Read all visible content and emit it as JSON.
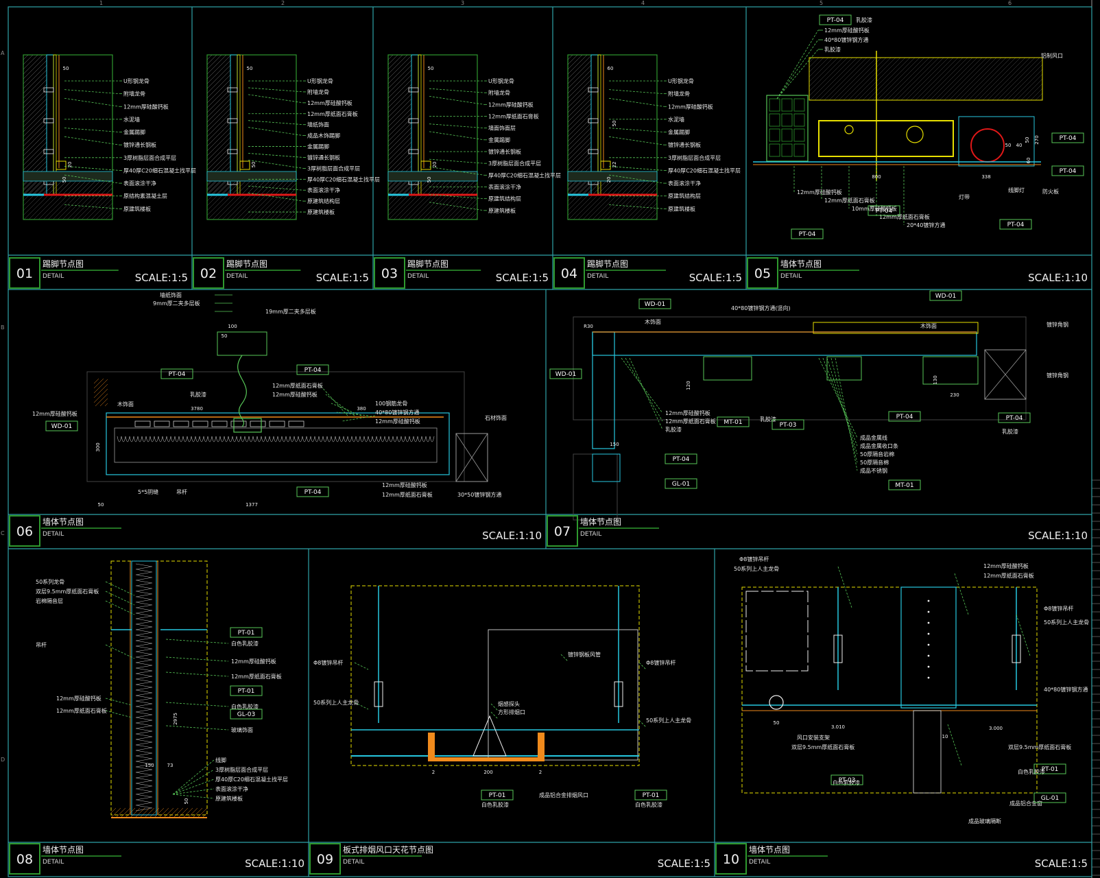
{
  "sheet": {
    "ruler_numbers": [
      "1",
      "2",
      "3",
      "4",
      "5",
      "6"
    ],
    "ruler_letters": [
      "A",
      "B",
      "C",
      "D"
    ],
    "detail_word": "DETAIL"
  },
  "panels": [
    {
      "number": "01",
      "title": "踢脚节点图",
      "scale": "SCALE:1:5",
      "labels": [
        "U形钢龙骨",
        "附墙龙骨",
        "12mm厚硅酸钙板",
        "水泥墙",
        "金属踢脚",
        "镀锌通长钢板",
        "3厚树脂层面合成平层",
        "厚40厚C20细石混凝土找平层",
        "表面滚涂干净",
        "原结构素混凝土层",
        "原建筑楼板"
      ],
      "dims": [
        "50",
        "20",
        "50"
      ],
      "tags": []
    },
    {
      "number": "02",
      "title": "踢脚节点图",
      "scale": "SCALE:1:5",
      "labels": [
        "U形钢龙骨",
        "附墙龙骨",
        "12mm厚硅酸钙板",
        "12mm厚纸面石膏板",
        "墙纸饰面",
        "成品木饰踢脚",
        "金属踢脚",
        "镀锌通长钢板",
        "3厚树脂层面合成平层",
        "厚40厚C20细石混凝土找平层",
        "表面滚涂干净",
        "原建筑结构层",
        "原建筑楼板"
      ],
      "dims": [
        "50",
        "50"
      ],
      "tags": []
    },
    {
      "number": "03",
      "title": "踢脚节点图",
      "scale": "SCALE:1:5",
      "labels": [
        "U形钢龙骨",
        "附墙龙骨",
        "12mm厚硅酸钙板",
        "12mm厚纸面石膏板",
        "墙面饰面层",
        "金属踢脚",
        "镀锌通长钢板",
        "3厚树脂层面合成平层",
        "厚40厚C20细石混凝土找平层",
        "表面滚涂干净",
        "原建筑结构层",
        "原建筑楼板"
      ],
      "dims": [
        "50",
        "20",
        "50"
      ],
      "tags": []
    },
    {
      "number": "04",
      "title": "踢脚节点图",
      "scale": "SCALE:1:5",
      "labels": [
        "U形钢龙骨",
        "附墙龙骨",
        "12mm厚硅酸钙板",
        "水泥墙",
        "金属踢脚",
        "镀锌通长钢板",
        "3厚树脂层面合成平层",
        "厚40厚C20细石混凝土找平层",
        "表面滚涂干净",
        "原建筑结构层",
        "原建筑楼板"
      ],
      "dims": [
        "60",
        "22",
        "20",
        "50"
      ],
      "tags": []
    },
    {
      "number": "05",
      "title": "墙体节点图",
      "scale": "SCALE:1:10",
      "labels": [
        "12mm厚硅酸钙板",
        "40*80镀锌钢方通",
        "乳胶漆",
        "铝制风口",
        "12mm厚硅酸钙板",
        "12mm厚纸面石膏板",
        "10mm厚硅酸钙板",
        "12mm厚纸面石膏板",
        "20*40镀锌方通",
        "线脚灯",
        "灯带",
        "防火板"
      ],
      "dims": [
        "800",
        "338",
        "50",
        "40",
        "50",
        "270",
        "60"
      ],
      "tags": [
        "PT-04",
        "PT-04",
        "PT-04",
        "PT-04",
        "PT-04",
        "PT-04"
      ]
    },
    {
      "number": "06",
      "title": "墙体节点图",
      "scale": "SCALE:1:10",
      "labels": [
        "墙纸饰面",
        "9mm厚二夹多层板",
        "19mm厚二夹多层板",
        "12mm厚纸面石膏板",
        "12mm厚硅酸钙板",
        "100钢筋龙骨",
        "40*80镀锌钢方通",
        "12mm厚硅酸钙板",
        "木饰面",
        "乳胶漆",
        "石材饰面",
        "5*5阴缝",
        "吊杆",
        "12mm厚硅酸钙板",
        "12mm厚纸面石膏板",
        "30*50镀锌钢方通"
      ],
      "dims": [
        "100",
        "50",
        "3780",
        "380",
        "50",
        "1377",
        "300"
      ],
      "tags": [
        "PT-04",
        "PT-04",
        "WD-01",
        "PT-04"
      ]
    },
    {
      "number": "07",
      "title": "墙体节点图",
      "scale": "SCALE:1:10",
      "labels": [
        "40*80镀锌钢方通(竖向)",
        "木饰面",
        "乳胶漆",
        "12mm厚硅酸钙板",
        "12mm厚纸面石膏板",
        "乳胶漆",
        "成品金属线",
        "成品金属收口条",
        "50厚隔音岩棉",
        "50厚隔音棉",
        "成品不锈钢",
        "镀锌角钢"
      ],
      "dims": [
        "R30",
        "150",
        "120",
        "130",
        "230"
      ],
      "tags": [
        "WD-01",
        "WD-01",
        "WD-01",
        "MT-01",
        "PT-03",
        "PT-04",
        "PT-04",
        "PT-04",
        "MT-01",
        "GL-01"
      ]
    },
    {
      "number": "08",
      "title": "墙体节点图",
      "scale": "SCALE:1:10",
      "labels": [
        "50系列龙骨",
        "双层9.5mm厚纸面石膏板",
        "岩棉隔音层",
        "吊杆",
        "白色乳胶漆",
        "12mm厚硅酸钙板",
        "12mm厚纸面石膏板",
        "12mm厚硅酸钙板",
        "12mm厚纸面石膏板",
        "白色乳胶漆",
        "玻璃饰面",
        "线脚",
        "3厚树脂层面合成平层",
        "厚40厚C20细石混凝土找平层",
        "表面滚涂干净",
        "原建筑楼板"
      ],
      "dims": [
        "2975",
        "150",
        "73",
        "50"
      ],
      "tags": [
        "PT-01",
        "PT-01",
        "GL-03"
      ]
    },
    {
      "number": "09",
      "title": "板式排烟风口天花节点图",
      "scale": "SCALE:1:5",
      "labels": [
        "Φ8镀锌吊杆",
        "50系列上人主龙骨",
        "烟感探头",
        "方形排烟口",
        "镀锌钢板风管",
        "Φ8镀锌吊杆",
        "50系列上人主龙骨",
        "白色乳胶漆",
        "成品铝合金排烟风口",
        "白色乳胶漆"
      ],
      "dims": [
        "2",
        "200",
        "2"
      ],
      "tags": [
        "PT-01",
        "PT-01"
      ]
    },
    {
      "number": "10",
      "title": "墙体节点图",
      "scale": "SCALE:1:5",
      "labels": [
        "Φ8镀锌吊杆",
        "50系列上人主龙骨",
        "12mm厚硅酸钙板",
        "12mm厚纸面石膏板",
        "Φ8镀锌吊杆",
        "50系列上人主龙骨",
        "40*80镀锌钢方通",
        "风口安装支架",
        "双层9.5mm厚纸面石膏板",
        "双层9.5mm厚纸面石膏板",
        "白色乳胶漆",
        "白色乳胶漆",
        "成品铝合金窗",
        "成品玻璃隔断"
      ],
      "dims": [
        "50",
        "3.010",
        "3.000",
        "10"
      ],
      "tags": [
        "PT-03",
        "PT-01",
        "GL-01"
      ]
    }
  ]
}
